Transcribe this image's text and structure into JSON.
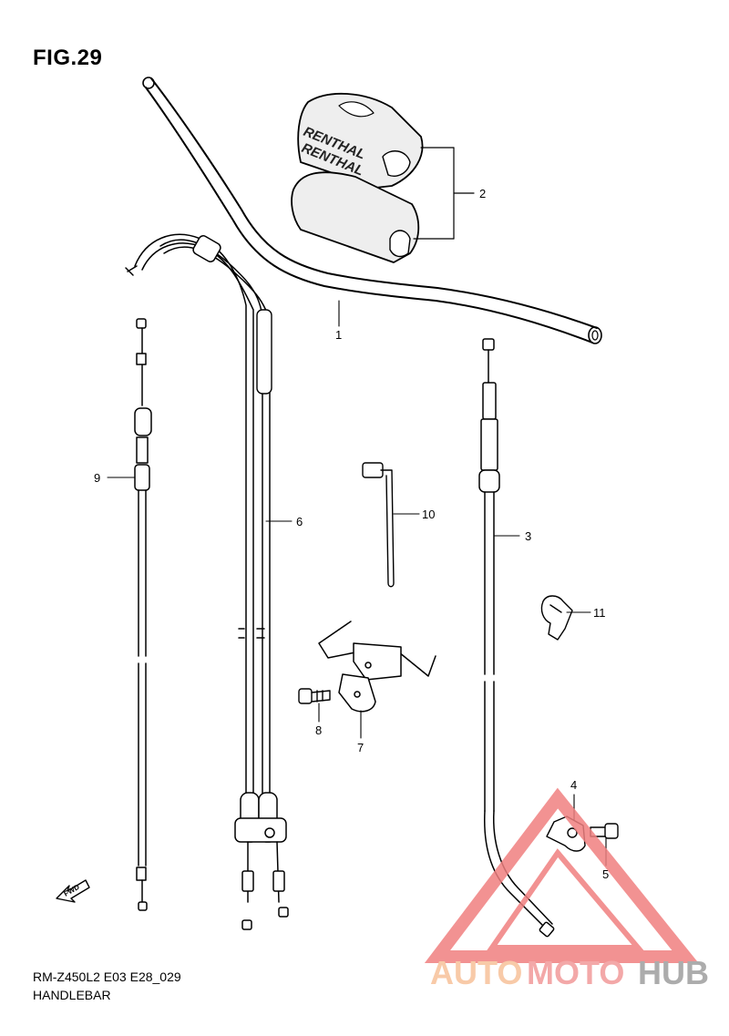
{
  "figure": {
    "title": "FIG.29",
    "code": "RM-Z450L2 E03 E28_029",
    "name": "HANDLEBAR"
  },
  "callouts": [
    {
      "number": "1"
    },
    {
      "number": "2"
    },
    {
      "number": "3"
    },
    {
      "number": "4"
    },
    {
      "number": "5"
    },
    {
      "number": "6"
    },
    {
      "number": "7"
    },
    {
      "number": "8"
    },
    {
      "number": "9"
    },
    {
      "number": "10"
    },
    {
      "number": "11"
    }
  ],
  "pad_logo": {
    "line1": "RENTHAL",
    "line2": "RENTHAL"
  },
  "fwd_arrow": {
    "label": "FWD"
  },
  "watermark": {
    "brand_part1": "AUTO",
    "brand_part2": "MOTO",
    "brand_part3": "HUB",
    "colors": {
      "auto": "#f7c19a",
      "moto": "#f29a9a",
      "hub": "#9e9e9e",
      "triangle": "#f08080"
    }
  }
}
